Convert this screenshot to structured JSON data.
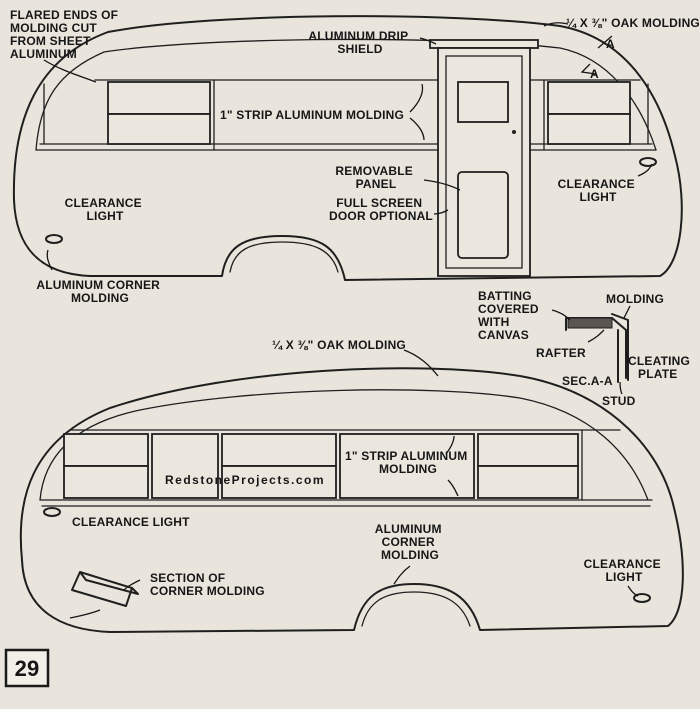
{
  "diagram": {
    "figure_number": "29",
    "watermark": "RedstoneProjects.com",
    "top_view": {
      "labels": {
        "flared_ends": [
          "FLARED ENDS OF",
          "MOLDING CUT",
          "FROM SHEET",
          "ALUMINUM"
        ],
        "drip_shield": [
          "ALUMINUM DRIP",
          "SHIELD"
        ],
        "oak_molding": "¼ X ⅜\" OAK MOLDING",
        "section_marker_a1": "A",
        "section_marker_a2": "A",
        "strip_molding": "1\" STRIP ALUMINUM MOLDING",
        "removable_panel": [
          "REMOVABLE",
          "PANEL"
        ],
        "screen_door": [
          "FULL SCREEN",
          "DOOR OPTIONAL"
        ],
        "clearance_light_left": [
          "CLEARANCE",
          "LIGHT"
        ],
        "clearance_light_right": [
          "CLEARANCE",
          "LIGHT"
        ],
        "corner_molding": [
          "ALUMINUM CORNER",
          "MOLDING"
        ]
      }
    },
    "section_detail": {
      "labels": {
        "batting": [
          "BATTING",
          "COVERED",
          "WITH",
          "CANVAS"
        ],
        "molding": "MOLDING",
        "rafter": "RAFTER",
        "cleating_plate": [
          "CLEATING",
          "PLATE"
        ],
        "section_name": "SEC.A-A",
        "stud": "STUD"
      }
    },
    "bottom_view": {
      "labels": {
        "oak_molding": "¼ X ⅜\" OAK MOLDING",
        "strip_molding": [
          "1\" STRIP ALUMINUM",
          "MOLDING"
        ],
        "clearance_light_left": "CLEARANCE LIGHT",
        "corner_molding": [
          "ALUMINUM",
          "CORNER",
          "MOLDING"
        ],
        "section_corner": [
          "SECTION OF",
          "CORNER MOLDING"
        ],
        "clearance_light_right": [
          "CLEARANCE",
          "LIGHT"
        ]
      }
    }
  }
}
